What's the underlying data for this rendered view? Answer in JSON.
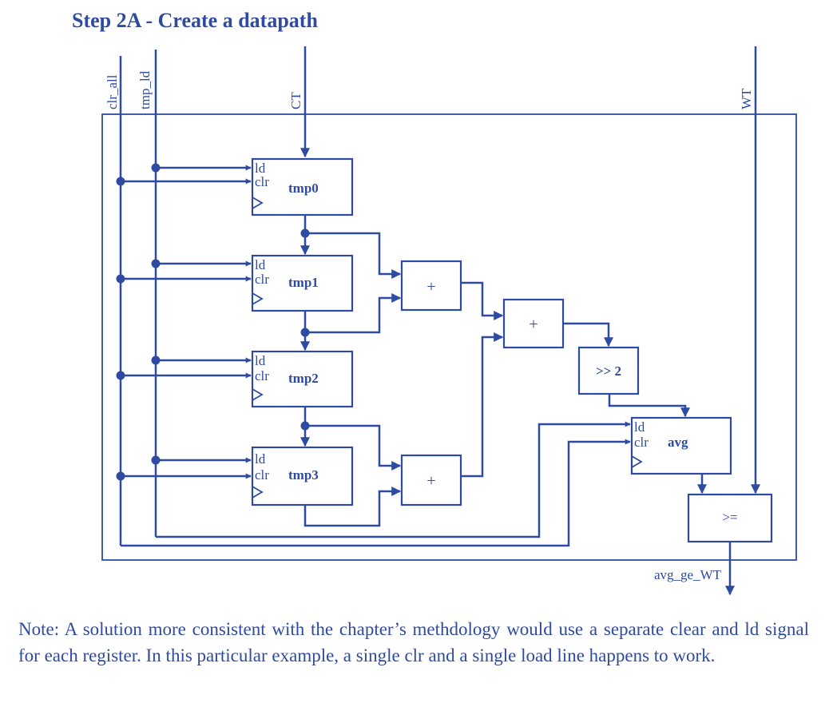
{
  "colors": {
    "line": "#2e4ba1",
    "background": "#ffffff"
  },
  "title": "Step 2A - Create a datapath",
  "inputs": {
    "clr_all": "clr_all",
    "tmp_ld": "tmp_ld",
    "ct": "CT",
    "wt": "WT"
  },
  "output": "avg_ge_WT",
  "registers": [
    {
      "name": "tmp0",
      "ports": [
        "ld",
        "clr"
      ]
    },
    {
      "name": "tmp1",
      "ports": [
        "ld",
        "clr"
      ]
    },
    {
      "name": "tmp2",
      "ports": [
        "ld",
        "clr"
      ]
    },
    {
      "name": "tmp3",
      "ports": [
        "ld",
        "clr"
      ]
    },
    {
      "name": "avg",
      "ports": [
        "ld",
        "clr"
      ]
    }
  ],
  "operators": {
    "add_top": "+",
    "add_bottom": "+",
    "add_final": "+",
    "shift": ">> 2",
    "compare": ">="
  },
  "note": "Note: A solution more consistent with the chapter’s methdology would use a separate clear and ld signal for each register. In this particular example, a single clr and a single load line happens to work."
}
